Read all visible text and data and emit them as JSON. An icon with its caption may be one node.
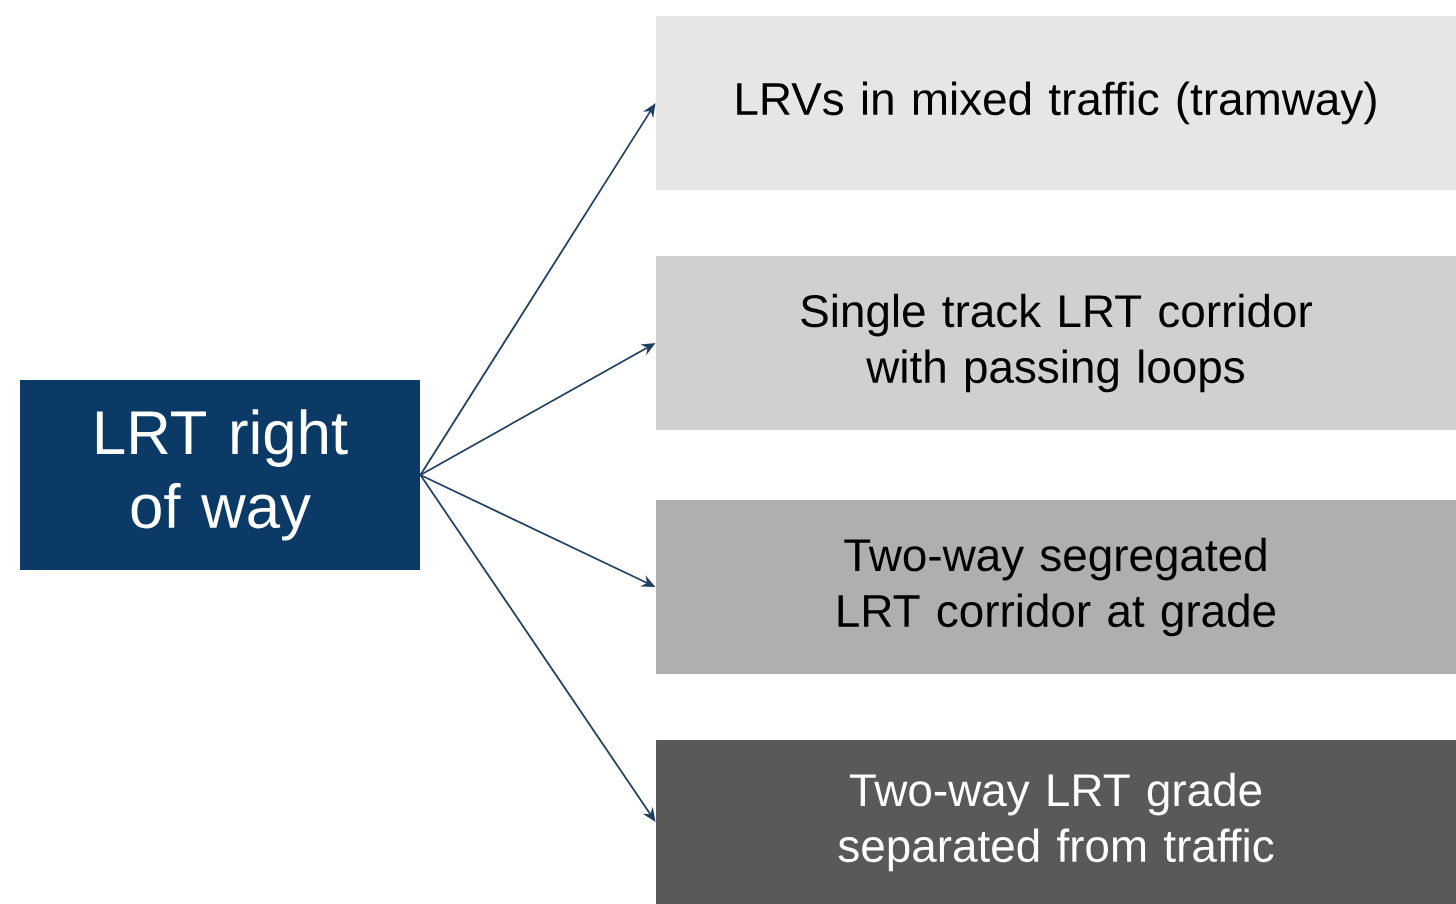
{
  "diagram": {
    "nodes": [
      {
        "text": [
          "LRT right of way"
        ]
      },
      {
        "text": [
          "LRVs in mixed traffic (tramway)"
        ]
      },
      {
        "text": [
          "Single track LRT corridor with passing loops"
        ]
      },
      {
        "text": [
          "Two-way segregated LRT corridor at grade"
        ]
      },
      {
        "text": [
          "Two-way LRT grade separated from traffic"
        ]
      }
    ],
    "edges": [
      {
        "from": 0,
        "to": 1,
        "arrow": "to"
      },
      {
        "from": 0,
        "to": 2,
        "arrow": "to"
      },
      {
        "from": 0,
        "to": 3,
        "arrow": "to"
      },
      {
        "from": 0,
        "to": 4,
        "arrow": "to"
      }
    ]
  }
}
